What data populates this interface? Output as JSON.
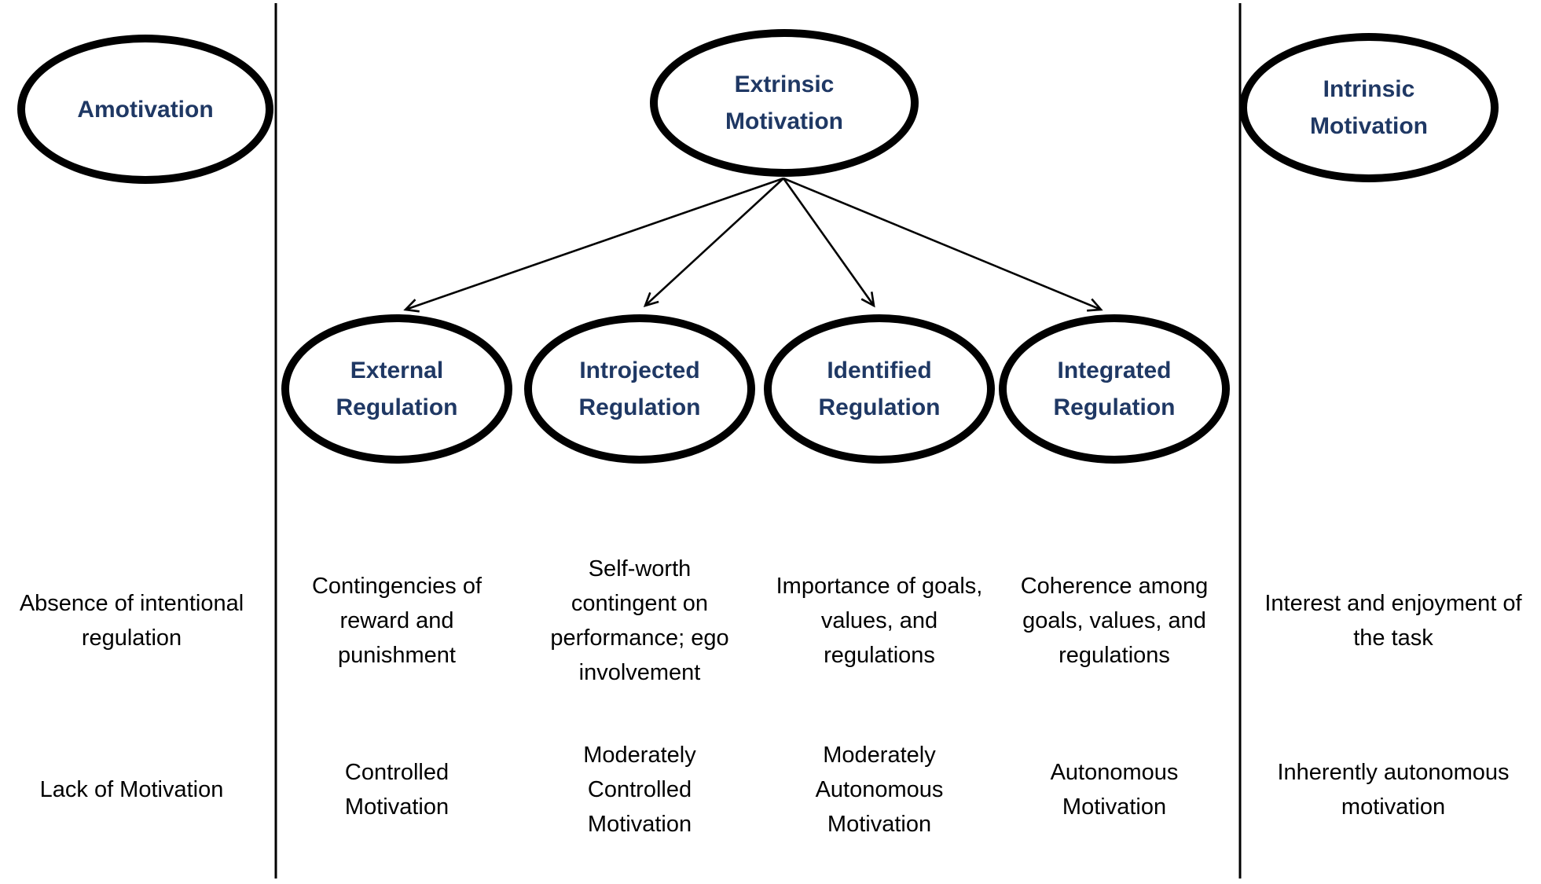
{
  "diagram_title": "Motivation continuum diagram (Amotivation to Intrinsic Motivation)",
  "colors": {
    "node_label": "#1f3864",
    "body_text": "#000000",
    "line": "#000000",
    "background": "#ffffff"
  },
  "nodes": {
    "amotivation": {
      "lines": [
        "Amotivation"
      ]
    },
    "extrinsic": {
      "lines": [
        "Extrinsic",
        "Motivation"
      ]
    },
    "intrinsic": {
      "lines": [
        "Intrinsic",
        "Motivation"
      ]
    },
    "external": {
      "lines": [
        "External",
        "Regulation"
      ]
    },
    "introjected": {
      "lines": [
        "Introjected",
        "Regulation"
      ]
    },
    "identified": {
      "lines": [
        "Identified",
        "Regulation"
      ]
    },
    "integrated": {
      "lines": [
        "Integrated",
        "Regulation"
      ]
    }
  },
  "descriptions": {
    "amotivation": {
      "lines": [
        "Absence of intentional",
        "regulation"
      ]
    },
    "external": {
      "lines": [
        "Contingencies of",
        "reward and",
        "punishment"
      ]
    },
    "introjected": {
      "lines": [
        "Self-worth",
        "contingent on",
        "performance; ego",
        "involvement"
      ]
    },
    "identified": {
      "lines": [
        "Importance of goals,",
        "values, and",
        "regulations"
      ]
    },
    "integrated": {
      "lines": [
        "Coherence among",
        "goals, values, and",
        "regulations"
      ]
    },
    "intrinsic": {
      "lines": [
        "Interest and enjoyment of",
        "the task"
      ]
    }
  },
  "motivation_types": {
    "amotivation": {
      "lines": [
        "Lack of Motivation"
      ]
    },
    "external": {
      "lines": [
        "Controlled",
        "Motivation"
      ]
    },
    "introjected": {
      "lines": [
        "Moderately",
        "Controlled",
        "Motivation"
      ]
    },
    "identified": {
      "lines": [
        "Moderately",
        "Autonomous",
        "Motivation"
      ]
    },
    "integrated": {
      "lines": [
        "Autonomous",
        "Motivation"
      ]
    },
    "intrinsic": {
      "lines": [
        "Inherently autonomous",
        "motivation"
      ]
    }
  }
}
